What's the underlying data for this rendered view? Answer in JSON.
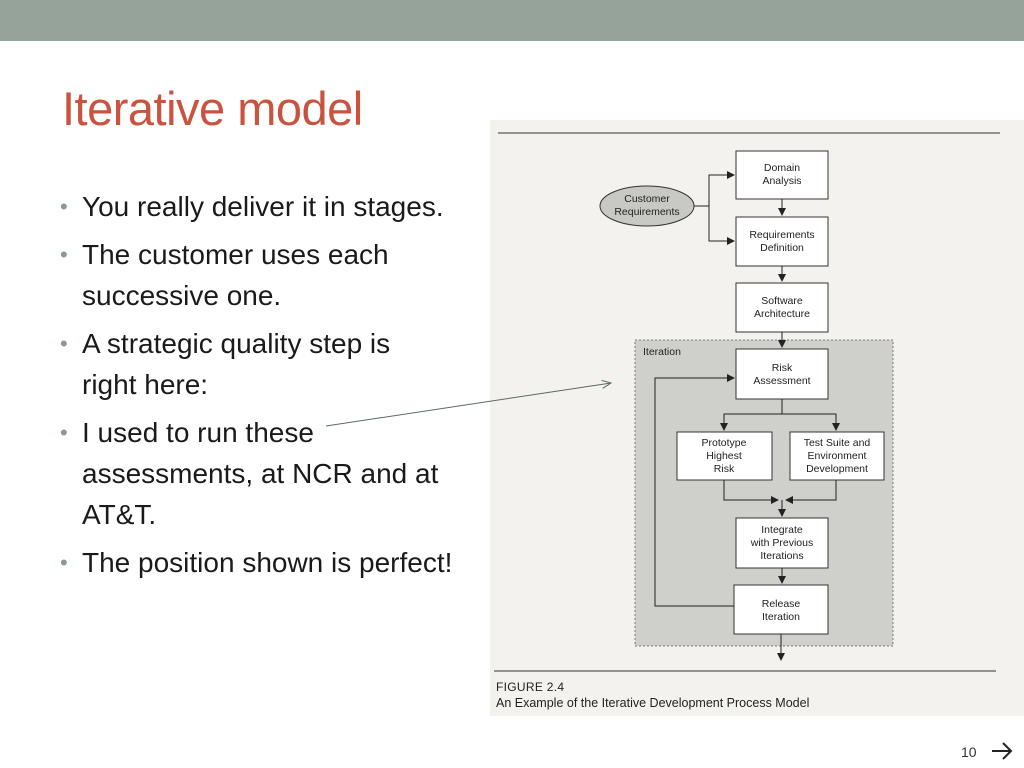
{
  "slide": {
    "title": "Iterative model",
    "bullets": [
      "You really deliver it in stages.",
      "The customer uses each successive one.",
      "A strategic quality step is right here:",
      "I used to run these assessments, at NCR and at AT&T.",
      "The position shown is perfect!"
    ],
    "page_number": "10"
  },
  "figure": {
    "oval_label": [
      "Customer",
      "Requirements"
    ],
    "iteration_label": "Iteration",
    "boxes": {
      "domain_analysis": [
        "Domain",
        "Analysis"
      ],
      "requirements_definition": [
        "Requirements",
        "Definition"
      ],
      "software_architecture": [
        "Software",
        "Architecture"
      ],
      "risk_assessment": [
        "Risk",
        "Assessment"
      ],
      "prototype": [
        "Prototype",
        "Highest",
        "Risk"
      ],
      "test_suite": [
        "Test Suite and",
        "Environment",
        "Development"
      ],
      "integrate": [
        "Integrate",
        "with Previous",
        "Iterations"
      ],
      "release": [
        "Release",
        "Iteration"
      ]
    },
    "caption_number": "FIGURE 2.4",
    "caption_text": "An Example of the Iterative Development Process Model"
  },
  "colors": {
    "top_band": "#95a39b",
    "title": "#c9533e",
    "bullet_dot": "#8a9a90",
    "iteration_region": "#cfcfcc",
    "oval_fill": "#c8c8c4"
  },
  "icons": {
    "next": "arrow-right-icon"
  }
}
